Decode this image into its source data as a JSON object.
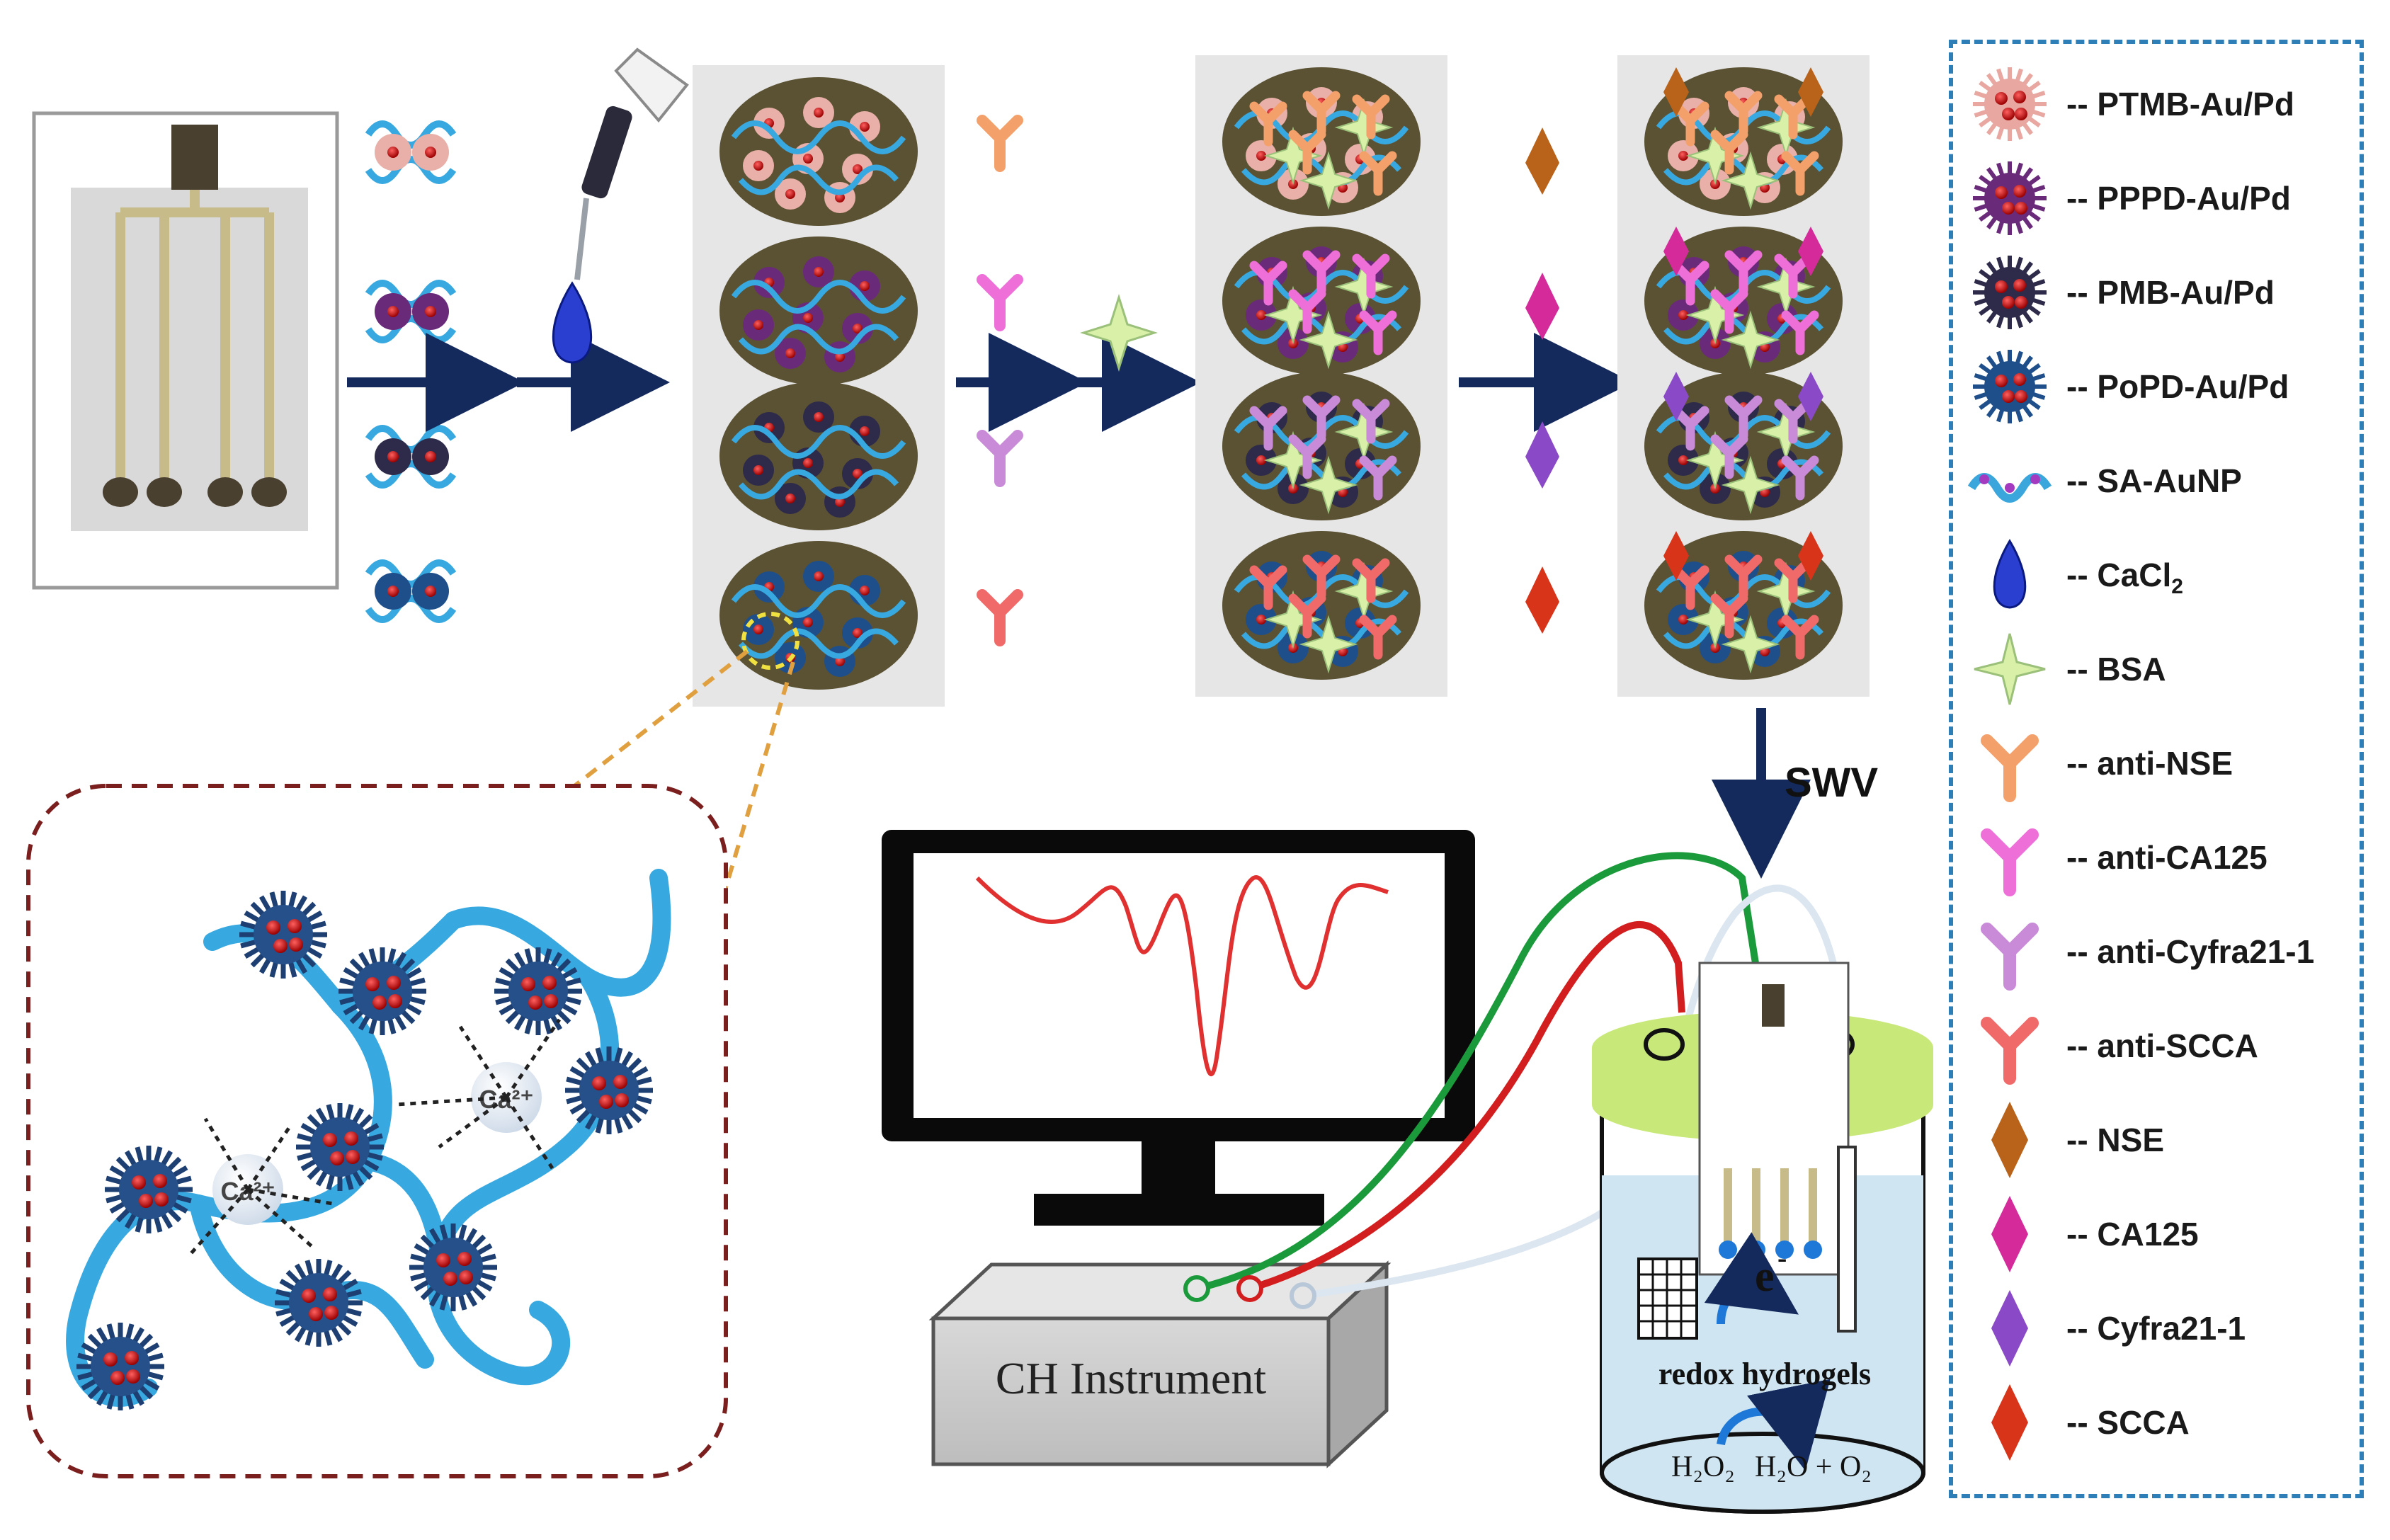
{
  "labels": {
    "swv": "SWV",
    "instrument": "CH Instrument",
    "electron": "e",
    "electron_sup": "-",
    "redox": "redox hydrogels",
    "h2o2": "H₂O₂",
    "products": "H₂O + O₂",
    "ca_ion": "Ca²⁺"
  },
  "legend": [
    {
      "icon": "ptmb-au-pd-particle",
      "label": "-- PTMB-Au/Pd",
      "color": "#e8a7a0"
    },
    {
      "icon": "pppd-au-pd-particle",
      "label": "-- PPPD-Au/Pd",
      "color": "#6a2a7a"
    },
    {
      "icon": "pmb-au-pd-particle",
      "label": "-- PMB-Au/Pd",
      "color": "#2d2a4a"
    },
    {
      "icon": "popd-au-pd-particle",
      "label": "-- PoPD-Au/Pd",
      "color": "#1e4f8a"
    },
    {
      "icon": "sa-aunp-strand",
      "label": "-- SA-AuNP",
      "color": "#3aa6dc"
    },
    {
      "icon": "cacl2-droplet",
      "label": "-- CaCl",
      "sub": "2",
      "color": "#2a3fd0"
    },
    {
      "icon": "bsa-star",
      "label": "-- BSA",
      "color": "#d8f0a8"
    },
    {
      "icon": "anti-nse-antibody",
      "label": "-- anti-NSE",
      "color": "#f4a06a"
    },
    {
      "icon": "anti-ca125-antibody",
      "label": "-- anti-CA125",
      "color": "#ee6fd8"
    },
    {
      "icon": "anti-cyfra21-1-antibody",
      "label": "-- anti-Cyfra21-1",
      "color": "#c98ad8"
    },
    {
      "icon": "anti-scca-antibody",
      "label": "-- anti-SCCA",
      "color": "#f06a6a"
    },
    {
      "icon": "nse-diamond",
      "label": "-- NSE",
      "color": "#b8621a"
    },
    {
      "icon": "ca125-diamond",
      "label": "-- CA125",
      "color": "#d42a9a"
    },
    {
      "icon": "cyfra21-1-diamond",
      "label": "-- Cyfra21-1",
      "color": "#8a4ac8"
    },
    {
      "icon": "scca-diamond",
      "label": "-- SCCA",
      "color": "#d8341a"
    }
  ],
  "colors": {
    "arrow": "#142a5c",
    "panel_bg": "#e6e6e6",
    "well": "#5b5234",
    "strand": "#38a9e0",
    "wire_green": "#1a9a3a",
    "wire_red": "#d21e1e",
    "wire_white": "#dce6f0",
    "curve": "#e03030",
    "legend_border": "#2e7fb8",
    "callout_border": "#7a1e1e",
    "lid": "#c9e87a",
    "solution": "#cfe6f2"
  }
}
